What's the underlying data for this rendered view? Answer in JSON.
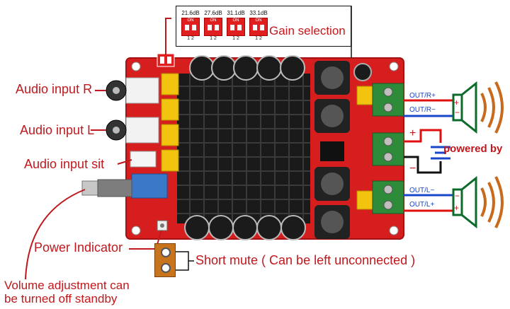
{
  "gain_selection": {
    "label": "Gain selection",
    "options": [
      {
        "db": "21.6dB",
        "on": "ON",
        "pins": "1 2"
      },
      {
        "db": "27.6dB",
        "on": "ON",
        "pins": "1 2"
      },
      {
        "db": "31.1dB",
        "on": "ON",
        "pins": "1 2"
      },
      {
        "db": "33.1dB",
        "on": "ON",
        "pins": "1 2"
      }
    ]
  },
  "labels": {
    "audio_input_r": "Audio input R",
    "audio_input_l": "Audio input L",
    "audio_input_sit": "Audio input sit",
    "power_indicator": "Power Indicator",
    "volume_line1": "Volume adjustment can",
    "volume_line2": "be turned off standby",
    "short_mute": "Short mute ( Can be left unconnected )",
    "powered_by": "powered by",
    "out_r_plus": "OUT/R+",
    "out_r_minus": "OUT/R−",
    "out_l_minus": "OUT/L−",
    "out_l_plus": "OUT/L+",
    "plus": "+",
    "minus": "−"
  },
  "colors": {
    "label_red": "#c0181c",
    "pcb_red": "#d71e1e",
    "heatsink": "#1a1a1a",
    "terminal_green": "#2e8b3a",
    "wire_red": "#e01010",
    "wire_blue": "#1846c8",
    "cap_yellow": "#f2c40f",
    "speaker_green": "#0a6b2a"
  }
}
